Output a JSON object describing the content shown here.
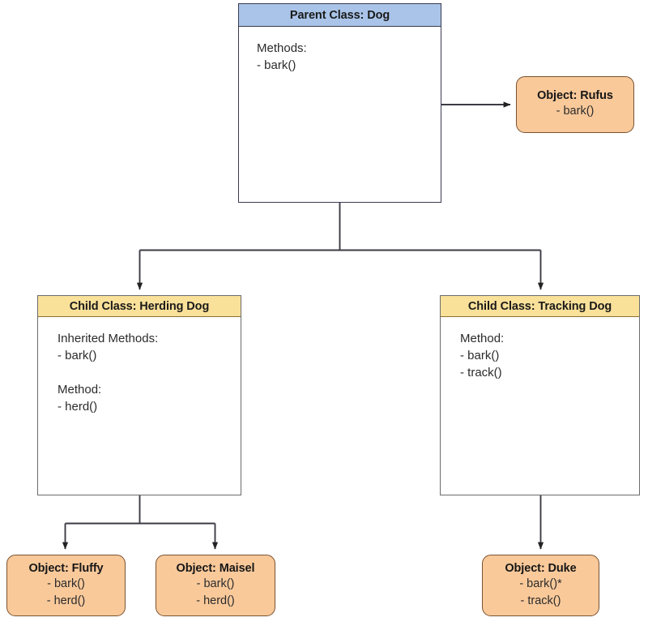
{
  "diagram": {
    "title": "Class inheritance diagram: Dog",
    "colors": {
      "parent_header": "#a9c4e8",
      "child_header": "#fae19a",
      "object_fill": "#f9c99a",
      "object_border": "#7a5230",
      "edge": "#333333",
      "canvas": "#ffffff"
    }
  },
  "parent_class": {
    "header": "Parent Class: Dog",
    "body": "Methods:\n- bark()"
  },
  "child_classes": [
    {
      "header": "Child Class: Herding Dog",
      "body": "Inherited Methods:\n- bark()\n\nMethod:\n- herd()"
    },
    {
      "header": "Child Class: Tracking Dog",
      "body": "Method:\n- bark()\n- track()"
    }
  ],
  "objects": [
    {
      "title": "Object: Rufus",
      "lines": "- bark()"
    },
    {
      "title": "Object: Fluffy",
      "lines": "- bark()\n- herd()"
    },
    {
      "title": "Object: Maisel",
      "lines": "- bark()\n- herd()"
    },
    {
      "title": "Object: Duke",
      "lines": "- bark()*\n- track()"
    }
  ],
  "edges": [
    {
      "name": "dog-to-rufus",
      "from": "Parent Class: Dog",
      "to": "Object: Rufus"
    },
    {
      "name": "dog-to-herding",
      "from": "Parent Class: Dog",
      "to": "Child Class: Herding Dog"
    },
    {
      "name": "dog-to-tracking",
      "from": "Parent Class: Dog",
      "to": "Child Class: Tracking Dog"
    },
    {
      "name": "herding-to-fluffy",
      "from": "Child Class: Herding Dog",
      "to": "Object: Fluffy"
    },
    {
      "name": "herding-to-maisel",
      "from": "Child Class: Herding Dog",
      "to": "Object: Maisel"
    },
    {
      "name": "tracking-to-duke",
      "from": "Child Class: Tracking Dog",
      "to": "Object: Duke"
    }
  ]
}
